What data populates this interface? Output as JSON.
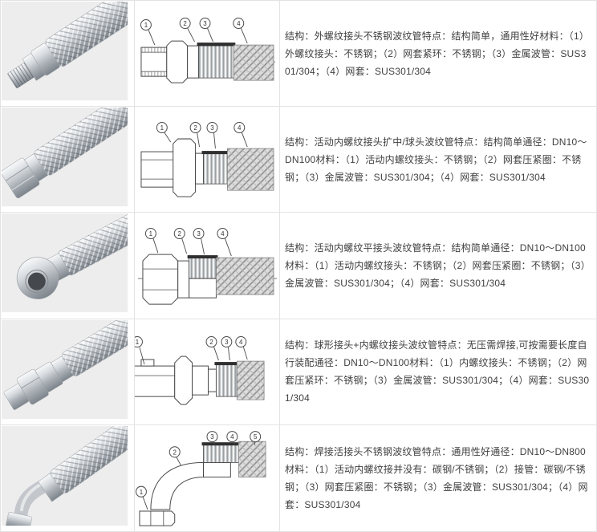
{
  "theme": {
    "page_bg": "#ffffff",
    "grid_border": "#e3e3e3",
    "text_color": "#404040",
    "photo_backdrop": "#ededed",
    "diagram_stroke": "#4a4a4a",
    "braid_hatch_fill": "#dcdcdc"
  },
  "rows": [
    {
      "photo": "external-thread-braided-hose-photo",
      "diagram": {
        "type": "male-thread-fitting-cross-section",
        "callouts": [
          "1",
          "2",
          "3",
          "4"
        ]
      },
      "description": "结构：外螺纹接头不锈钢波纹管特点：结构简单，通用性好材料：（1）外螺纹接头：不锈钢；（2）网套紧环：不锈钢；（3）金属波管：SUS301/304；（4）网套：SUS301/304"
    },
    {
      "photo": "swivel-female-nut-braided-hose-photo",
      "diagram": {
        "type": "swivel-female-fitting-cross-section",
        "callouts": [
          "1",
          "2",
          "3",
          "4"
        ]
      },
      "description": "结构：活动内螺纹接头扩中/球头波纹管特点：结构简单通径：DN10～DN100材料：（1）活动内螺纹接头：不锈钢；（2）网套压紧圈：不锈钢；（3）金属波管：SUS301/304；（4）网套：SUS301/304"
    },
    {
      "photo": "flat-female-nut-braided-hose-photo",
      "diagram": {
        "type": "flat-female-fitting-cross-section",
        "callouts": [
          "1",
          "2",
          "3",
          "4"
        ]
      },
      "description": "结构：活动内螺纹平接头波纹管特点：结构简单通径：DN10～DN100材料：（1）活动内螺纹接头：不锈钢；（2）网套压紧圈：不锈钢；（3）金属波管：SUS301/304；（4）网套：SUS301/304"
    },
    {
      "photo": "ball-joint-female-thread-braided-hose-photo",
      "diagram": {
        "type": "ball-joint-fitting-cross-section",
        "callouts": [
          "1",
          "2",
          "3",
          "4"
        ]
      },
      "description": "结构：球形接头+内螺纹接头波纹管特点：无压需焊接,可按需要长度自行装配通径：DN10～DN100材料：（1）内螺纹接头：不锈钢；（2）网套压紧环：不锈钢；（3）金属波管：SUS301/304；（4）网套：SUS301/304"
    },
    {
      "photo": "welded-union-elbow-braided-hose-photo",
      "diagram": {
        "type": "elbow-fitting-cross-section",
        "callouts": [
          "1",
          "2",
          "3",
          "4",
          "5"
        ]
      },
      "description": "结构：焊接活接头不锈钢波纹管特点：通用性好通径：DN10～DN800材料：（1）活动内螺纹接并没有：碳钢/不锈钢；（2）接管：碳钢/不锈钢；（3）网套压紧圈：不锈钢；（3）金属波管：SUS301/304；（4）网套：SUS301/304"
    }
  ]
}
